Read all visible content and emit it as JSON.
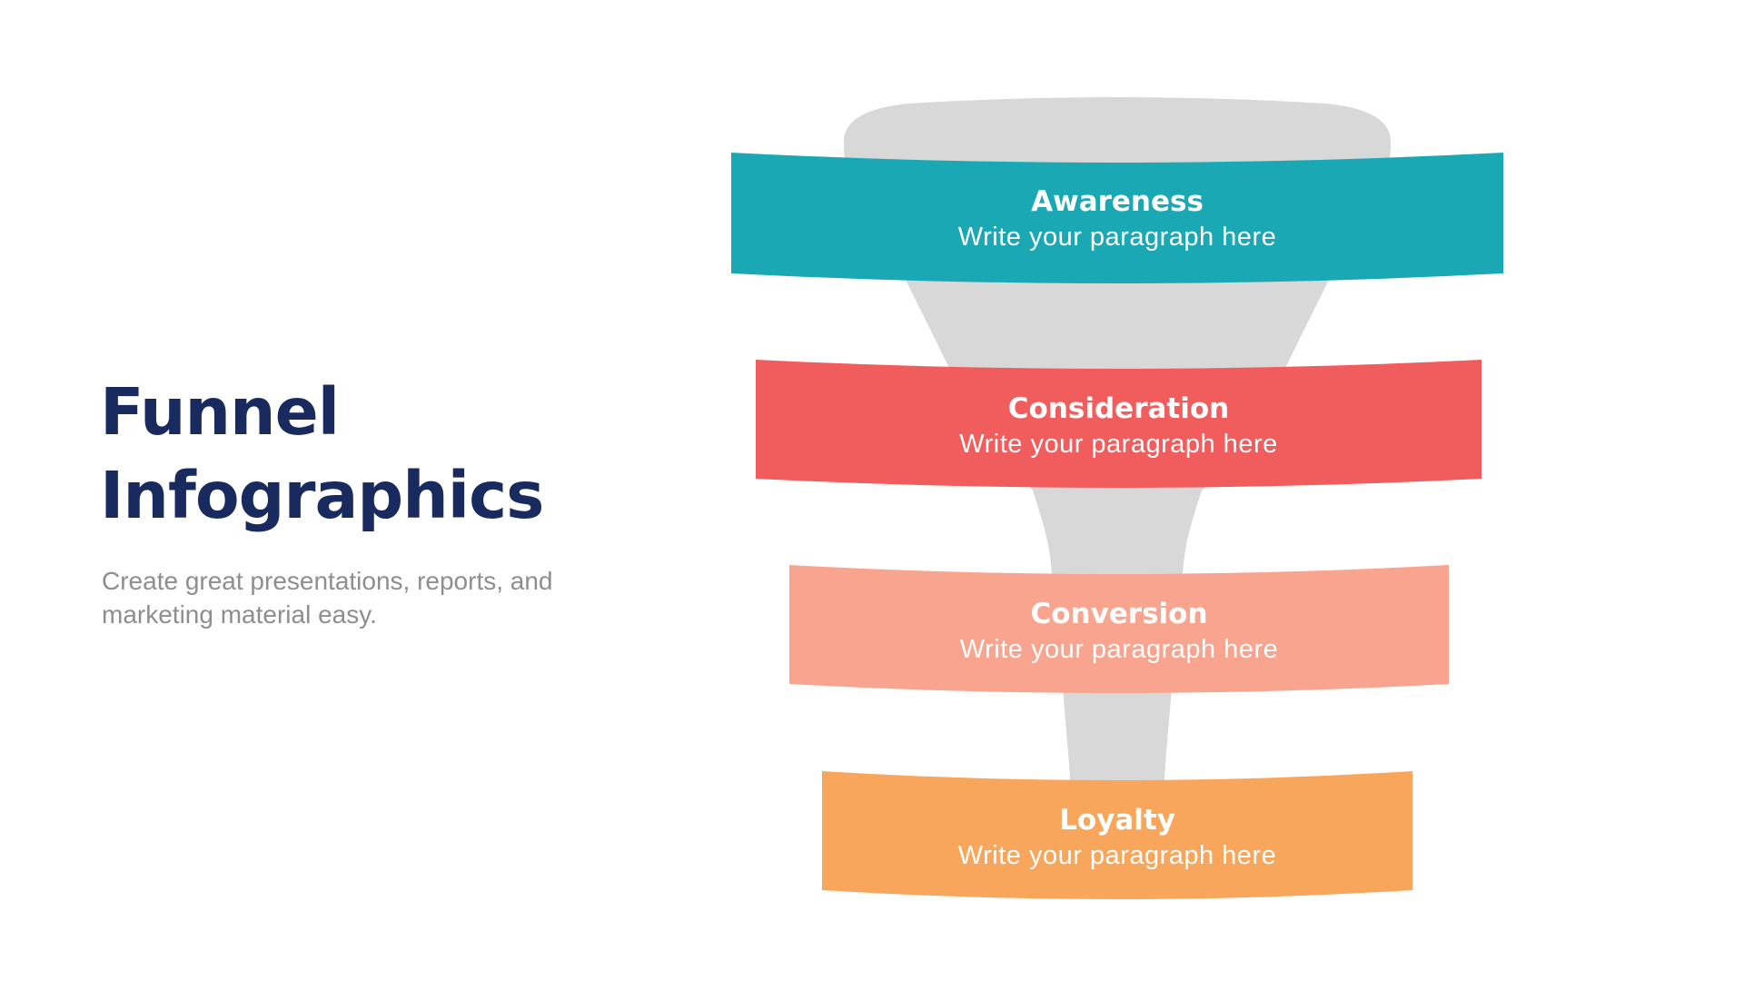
{
  "slide": {
    "title": "Funnel Infographics",
    "subtitle": "Create great presentations, reports, and marketing material easy.",
    "title_color": "#192A5E",
    "subtitle_color": "#8E8E8E",
    "background_color": "#FFFFFF"
  },
  "funnel": {
    "shape_color": "#D8D8D8",
    "text_color": "#FFFFFF",
    "stages": [
      {
        "label": "Awareness",
        "description": "Write your paragraph here",
        "color": "#1AA8B5"
      },
      {
        "label": "Consideration",
        "description": "Write your paragraph here",
        "color": "#F15C5C"
      },
      {
        "label": "Conversion",
        "description": "Write your paragraph here",
        "color": "#F9A48F"
      },
      {
        "label": "Loyalty",
        "description": "Write your paragraph here",
        "color": "#F8A65C"
      }
    ]
  }
}
